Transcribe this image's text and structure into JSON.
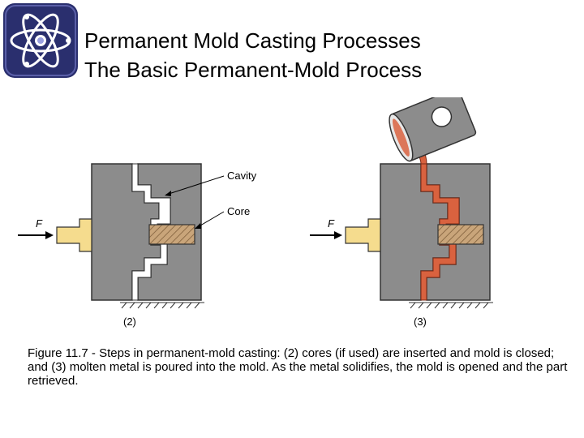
{
  "slide": {
    "title_line1": "Permanent Mold Casting Processes",
    "title_line2": "The Basic Permanent-Mold Process"
  },
  "figure": {
    "label_cavity": "Cavity",
    "label_core": "Core",
    "label_force_left": "F",
    "label_force_right": "F",
    "step_left": "(2)",
    "step_right": "(3)"
  },
  "caption": "Figure 11.7 ‑ Steps in permanent-mold casting: (2) cores (if used) are inserted and mold is closed; and (3) molten metal is poured into the mold. As the metal solidifies, the mold is opened and the part retrieved.",
  "colors": {
    "mold_gray": "#8c8c8c",
    "molten_metal": "#d9623f",
    "core_tan": "#c9a57a",
    "press_yellow": "#f5dc8e",
    "logo_navy": "#2a2f6e"
  },
  "icons": [
    "atom-logo-icon"
  ]
}
